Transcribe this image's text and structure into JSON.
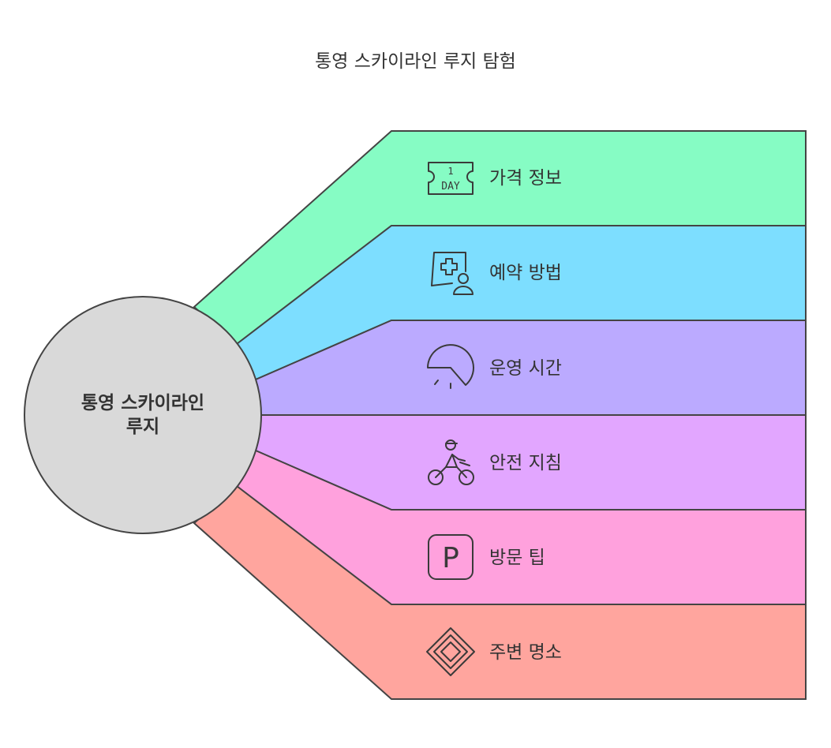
{
  "title": "통영 스카이라인 루지 탐험",
  "hub": {
    "line1": "통영 스카이라인",
    "line2": "루지",
    "fill": "#d9d9d9"
  },
  "bands": [
    {
      "label": "가격 정보",
      "icon": "one-day-ticket-icon",
      "color": "#86fcc4",
      "glyph": {
        "top": "1",
        "bottom": "DAY"
      }
    },
    {
      "label": "예약 방법",
      "icon": "medical-consultation-icon",
      "color": "#7ddeff"
    },
    {
      "label": "운영 시간",
      "icon": "timer-dial-icon",
      "color": "#bbaaff"
    },
    {
      "label": "안전 지침",
      "icon": "motorcycle-rider-icon",
      "color": "#e2a6ff"
    },
    {
      "label": "방문 팁",
      "icon": "parking-sign-icon",
      "color": "#ffa1dd",
      "glyph": {
        "letter": "P"
      }
    },
    {
      "label": "주변 명소",
      "icon": "nested-diamond-icon",
      "color": "#ffa59e"
    }
  ]
}
